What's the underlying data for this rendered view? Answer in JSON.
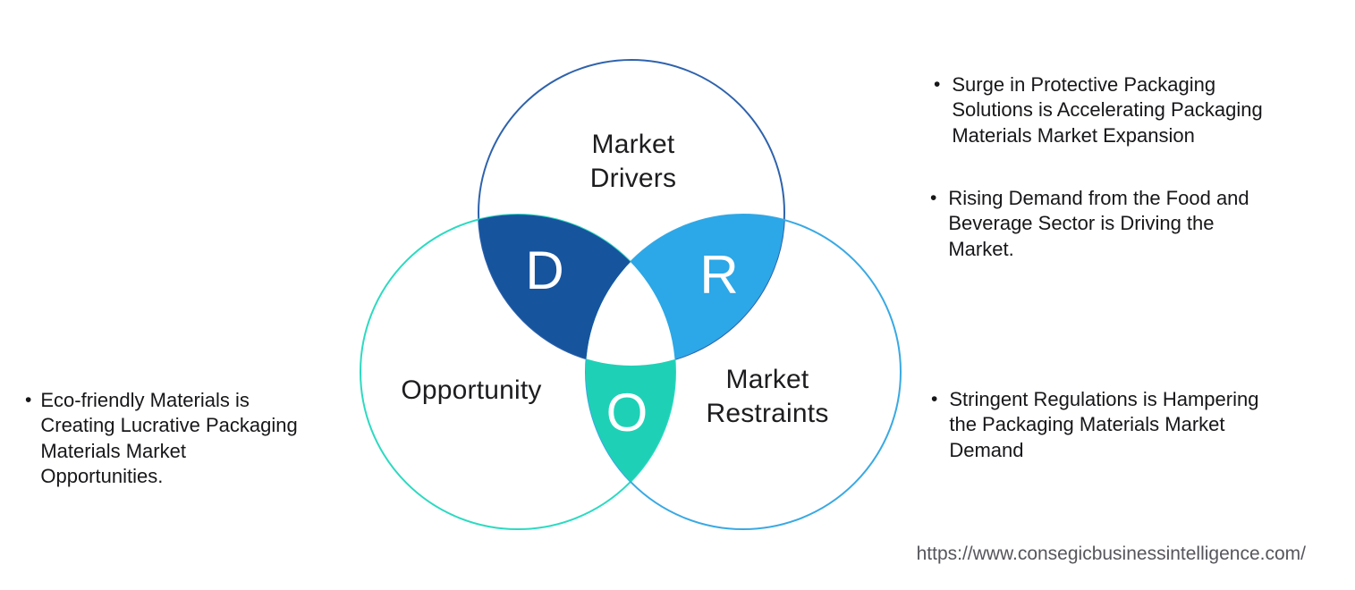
{
  "venn": {
    "drivers": {
      "label": "Market\nDrivers",
      "letter": "D",
      "outline_color": "#2e62ac",
      "overlap_color": "#17549e"
    },
    "opportunity": {
      "label": "Opportunity",
      "letter": "O",
      "outline_color": "#2cdac1",
      "overlap_color": "#1ed1b6"
    },
    "restraints": {
      "label": "Market\nRestraints",
      "letter": "R",
      "outline_color": "#39a9e3",
      "overlap_color": "#2ca7e7"
    },
    "center_color": "#ffffff"
  },
  "notes": {
    "bullet_glyph": "•",
    "left": [
      {
        "text": "Eco-friendly Materials is\nCreating Lucrative Packaging\nMaterials Market\nOpportunities."
      }
    ],
    "right": [
      {
        "text": "Surge in Protective Packaging\nSolutions is Accelerating Packaging\nMaterials Market Expansion"
      },
      {
        "text": "Rising Demand from the Food and\nBeverage Sector is Driving the\nMarket."
      },
      {
        "text": "Stringent Regulations is Hampering\nthe Packaging Materials Market\nDemand"
      }
    ]
  },
  "footer": {
    "url": "https://www.consegicbusinessintelligence.com/"
  }
}
